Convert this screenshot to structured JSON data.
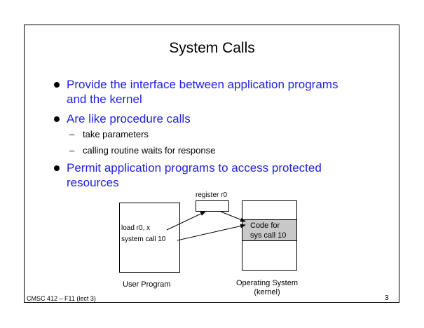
{
  "slide": {
    "title": "System Calls",
    "bullets": [
      {
        "line1": "Provide the interface between application programs",
        "line2": "and the kernel"
      },
      {
        "line1": "Are like procedure calls"
      },
      {
        "line1": "Permit application programs to access protected",
        "line2": "resources"
      }
    ],
    "subbullets": [
      {
        "dash": "–",
        "text": "take parameters"
      },
      {
        "dash": "–",
        "text": "calling routine waits for response"
      }
    ]
  },
  "diagram": {
    "register_label": "register r0",
    "user_code_line1": "load r0, x",
    "user_code_line2": "system call 10",
    "os_code_line1": "Code for",
    "os_code_line2": "sys call 10",
    "user_label": "User Program",
    "os_label_line1": "Operating System",
    "os_label_line2": "(kernel)"
  },
  "footer": {
    "left": "CMSC 412 – F11  (lect 3)",
    "page": "3"
  }
}
